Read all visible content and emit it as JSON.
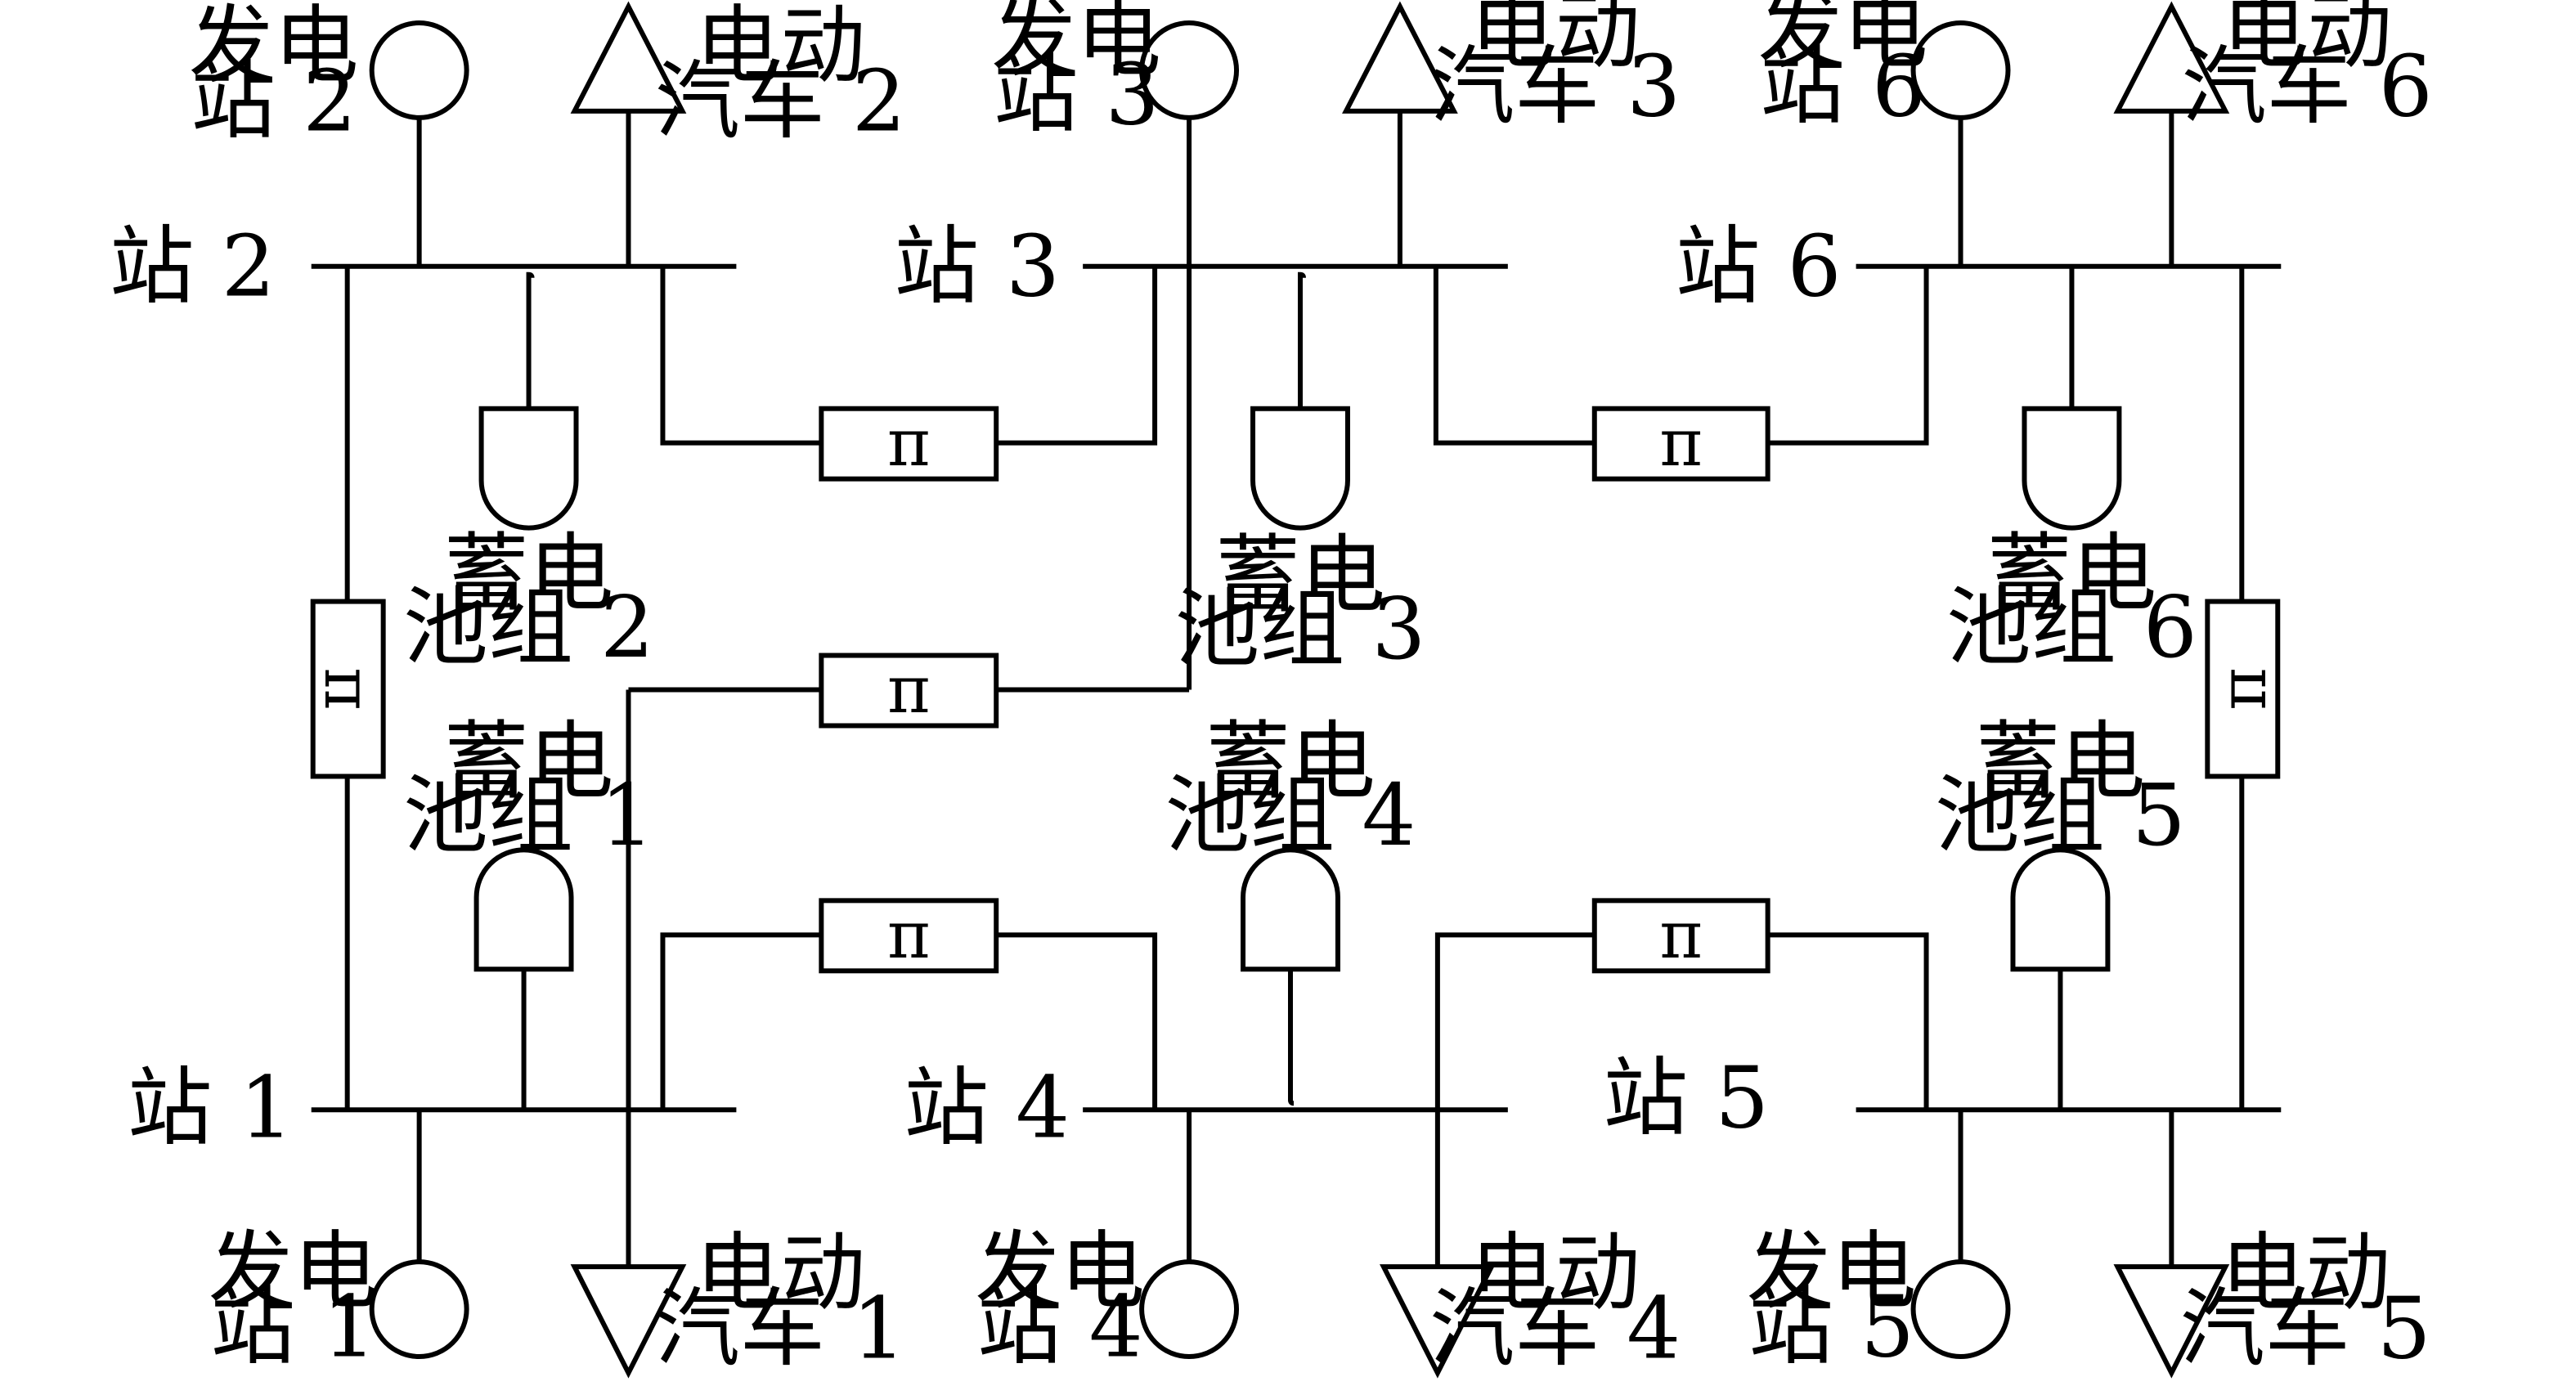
{
  "stations": {
    "s1": "站 1",
    "s2": "站 2",
    "s3": "站 3",
    "s4": "站 4",
    "s5": "站 5",
    "s6": "站 6"
  },
  "generators": {
    "g1": [
      "发电",
      "站 1"
    ],
    "g2": [
      "发电",
      "站 2"
    ],
    "g3": [
      "发电",
      "站 3"
    ],
    "g4": [
      "发电",
      "站 4"
    ],
    "g5": [
      "发电",
      "站 5"
    ],
    "g6": [
      "发电",
      "站 6"
    ]
  },
  "evs": {
    "e1": [
      "电动",
      "汽车 1"
    ],
    "e2": [
      "电动",
      "汽车 2"
    ],
    "e3": [
      "电动",
      "汽车 3"
    ],
    "e4": [
      "电动",
      "汽车 4"
    ],
    "e5": [
      "电动",
      "汽车 5"
    ],
    "e6": [
      "电动",
      "汽车 6"
    ]
  },
  "batteries": {
    "b1": [
      "蓄电",
      "池组 1"
    ],
    "b2": [
      "蓄电",
      "池组 2"
    ],
    "b3": [
      "蓄电",
      "池组 3"
    ],
    "b4": [
      "蓄电",
      "池组 4"
    ],
    "b5": [
      "蓄电",
      "池组 5"
    ],
    "b6": [
      "蓄电",
      "池组 6"
    ]
  },
  "pi_symbol": "π",
  "colors": {
    "line": "#000000",
    "background": "#ffffff"
  }
}
